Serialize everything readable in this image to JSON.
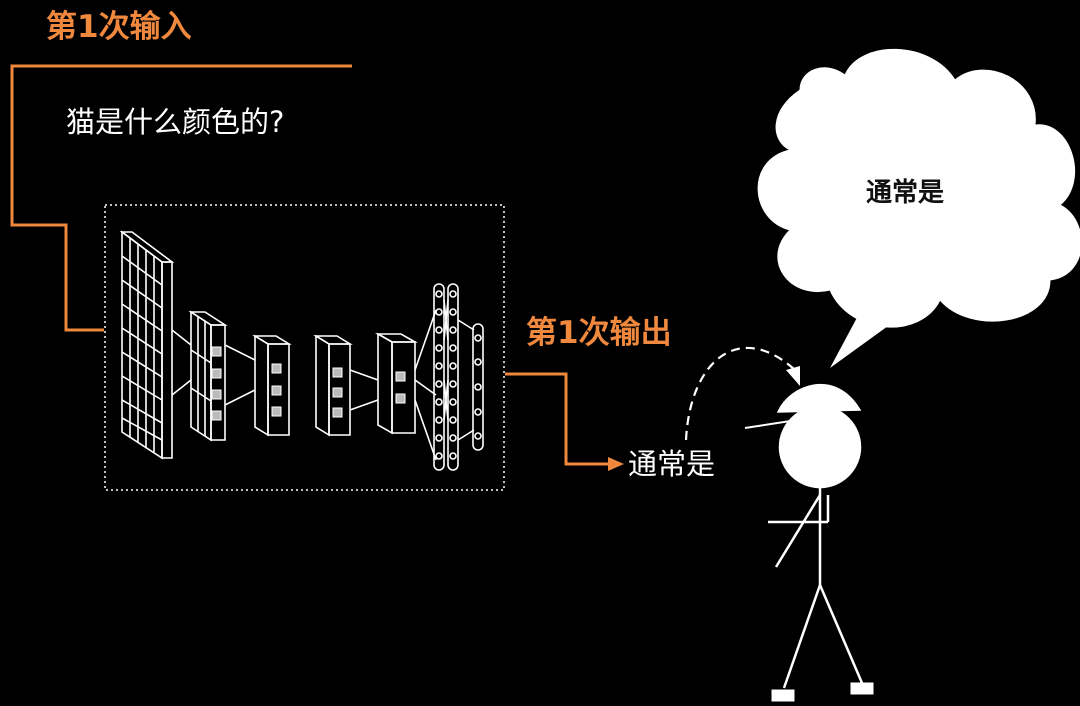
{
  "labels": {
    "input_label": "第1次输入",
    "output_label": "第1次输出",
    "question": "猫是什么颜色的?",
    "output_text": "通常是",
    "thought_text": "通常是"
  },
  "colors": {
    "background": "#000000",
    "accent": "#F0883E",
    "foreground": "#FFFFFF",
    "cloud_text": "#111111"
  },
  "icons": {
    "network": "neural-network-icon",
    "person": "stick-figure-icon",
    "thought": "thought-cloud-icon"
  }
}
